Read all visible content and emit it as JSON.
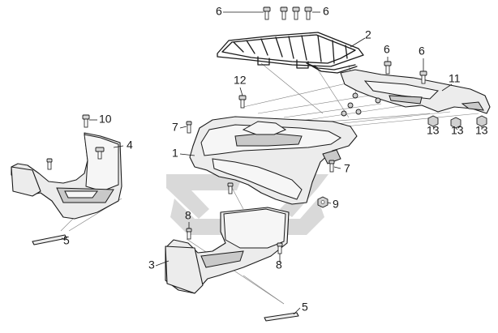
{
  "colors": {
    "background": "#ffffff",
    "line": "#1a1a1a",
    "part_fill": "#ececec",
    "watermark": "#d9d9d9"
  },
  "callouts": {
    "c1": "1",
    "c2": "2",
    "c3": "3",
    "c4": "4",
    "c5a": "5",
    "c5b": "5",
    "c6a": "6",
    "c6b": "6",
    "c6c": "6",
    "c6d": "6",
    "c7a": "7",
    "c7b": "7",
    "c8a": "8",
    "c8b": "8",
    "c9": "9",
    "c10": "10",
    "c11": "11",
    "c12": "12",
    "c13a": "13",
    "c13b": "13",
    "c13c": "13"
  }
}
